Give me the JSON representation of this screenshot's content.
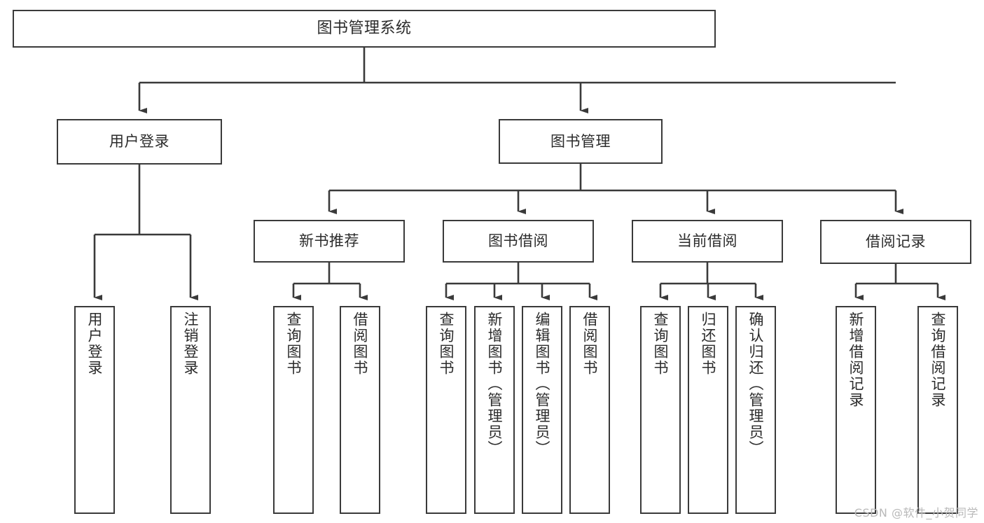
{
  "diagram": {
    "title": "图书管理系统",
    "type": "tree",
    "root": {
      "label": "图书管理系统"
    },
    "level1": [
      {
        "label": "用户登录"
      },
      {
        "label": "图书管理"
      }
    ],
    "level2": [
      {
        "label": "新书推荐"
      },
      {
        "label": "图书借阅"
      },
      {
        "label": "当前借阅"
      },
      {
        "label": "借阅记录"
      }
    ],
    "leaves": {
      "user_login": [
        {
          "label": "用户登录"
        },
        {
          "label": "注销登录"
        }
      ],
      "new_book_recommend": [
        {
          "label": "查询图书"
        },
        {
          "label": "借阅图书"
        }
      ],
      "book_borrow": [
        {
          "label": "查询图书"
        },
        {
          "label": "新增图书（管理员）"
        },
        {
          "label": "编辑图书（管理员）"
        },
        {
          "label": "借阅图书"
        }
      ],
      "current_borrow": [
        {
          "label": "查询图书"
        },
        {
          "label": "归还图书"
        },
        {
          "label": "确认归还（管理员）"
        }
      ],
      "borrow_record": [
        {
          "label": "新增借阅记录"
        },
        {
          "label": "查询借阅记录"
        }
      ]
    }
  },
  "watermark": {
    "text": "CSDN @软件_小贺同学"
  },
  "colors": {
    "line": "#3a3a3a",
    "box_border": "#3a3a3a",
    "box_fill": "#ffffff",
    "text": "#2b2b2b",
    "watermark": "#b9b9b9",
    "background": "#ffffff"
  }
}
